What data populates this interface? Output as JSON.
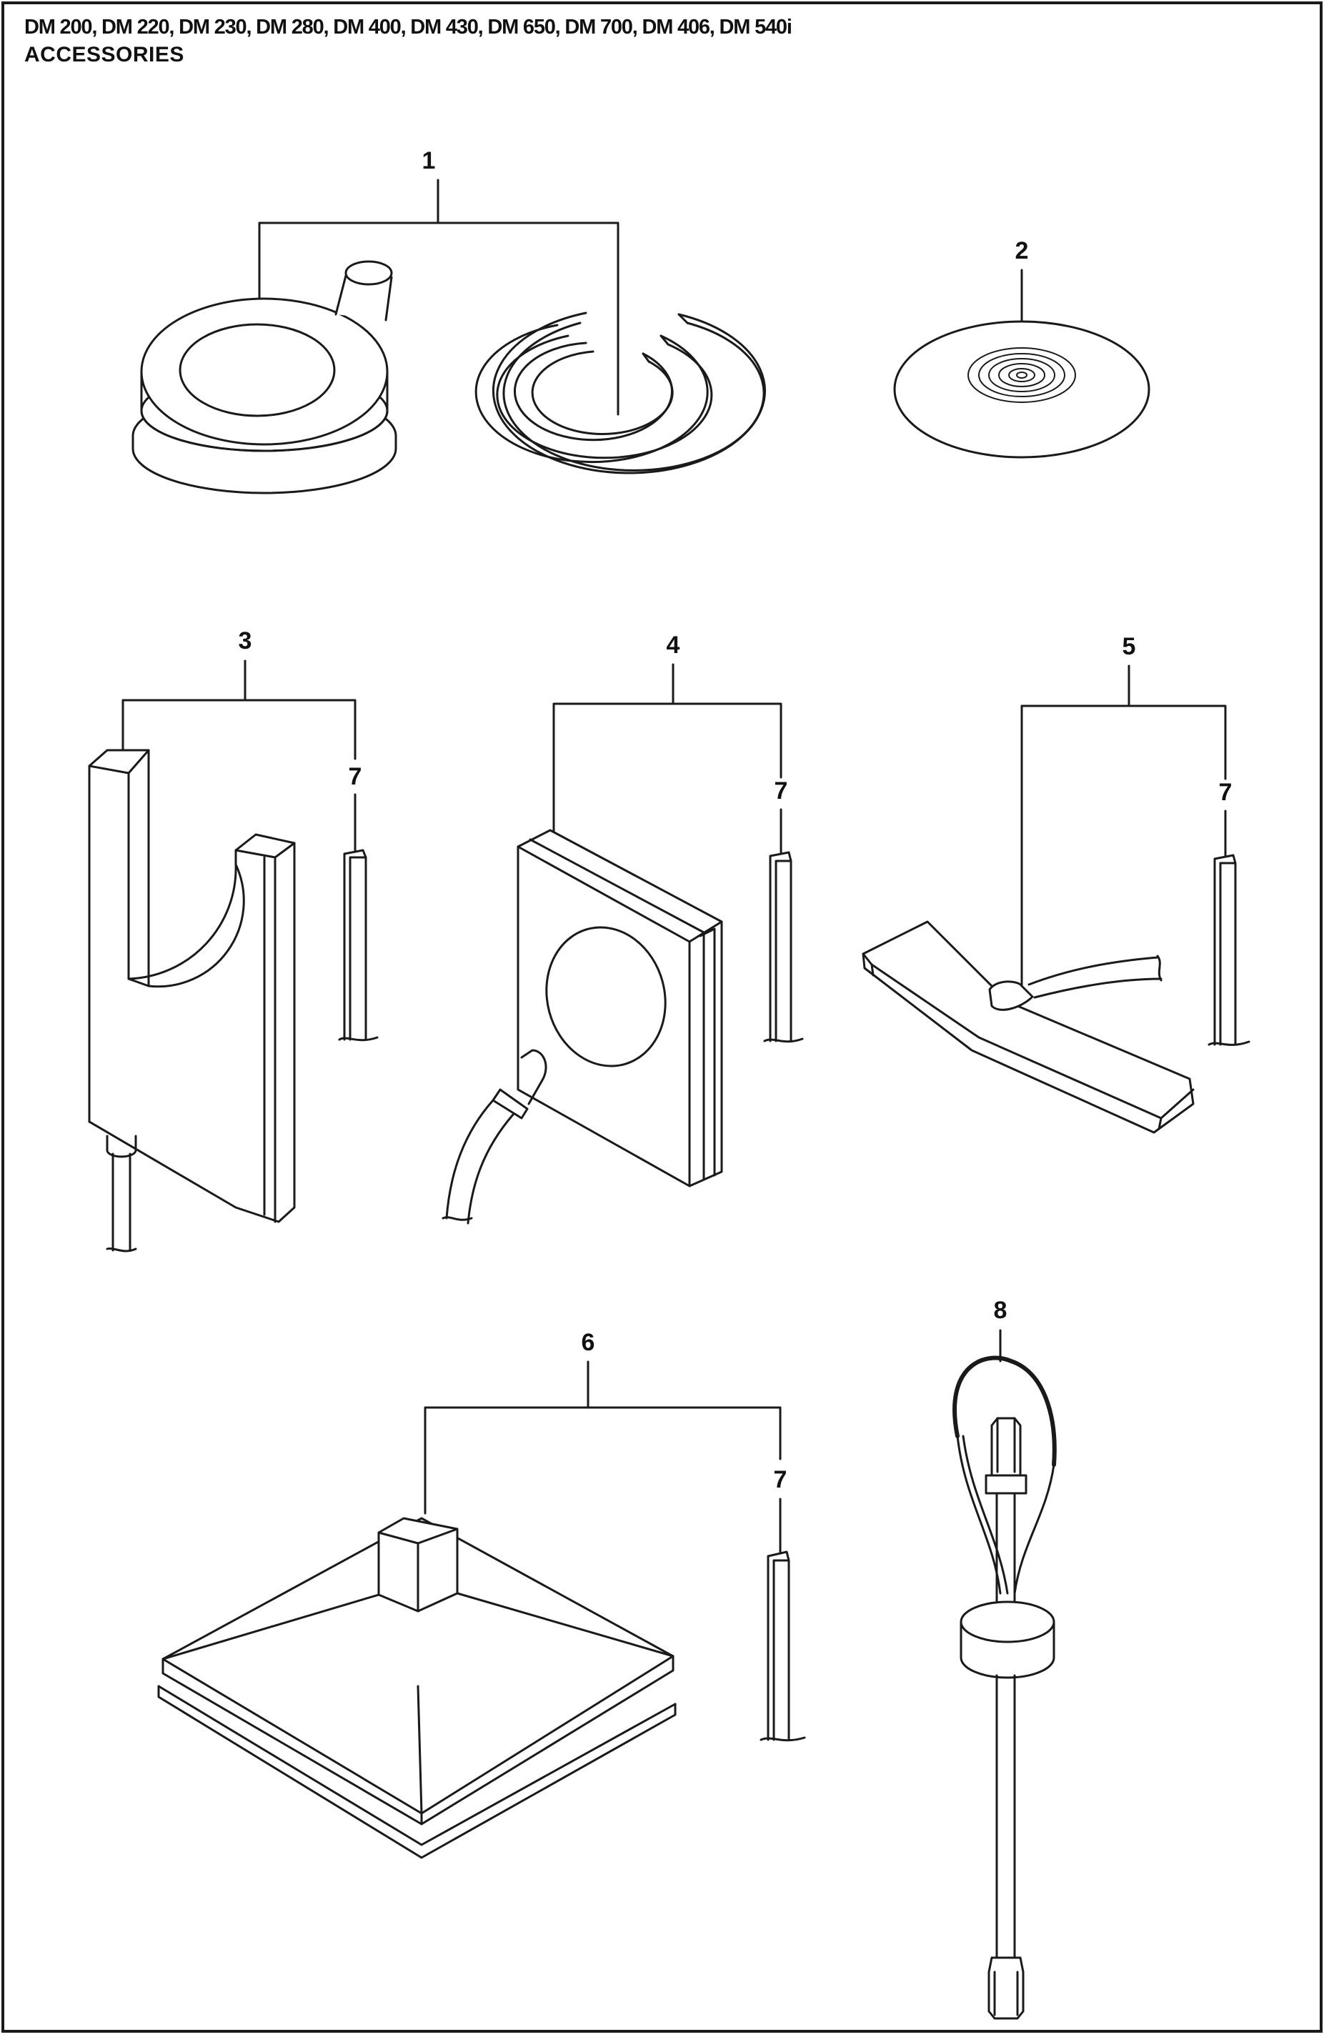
{
  "header": {
    "models": "DM 200, DM 220, DM 230, DM 280, DM 400, DM 430, DM 650, DM 700, DM 406, DM 540i",
    "section": "ACCESSORIES"
  },
  "callouts": {
    "part_1": "1",
    "part_2": "2",
    "part_3": "3",
    "part_4": "4",
    "part_5": "5",
    "part_6": "6",
    "part_7_a": "7",
    "part_7_b": "7",
    "part_7_c": "7",
    "part_7_d": "7",
    "part_8": "8"
  },
  "colors": {
    "line": "#1a1a1a",
    "fill": "#ffffff"
  }
}
